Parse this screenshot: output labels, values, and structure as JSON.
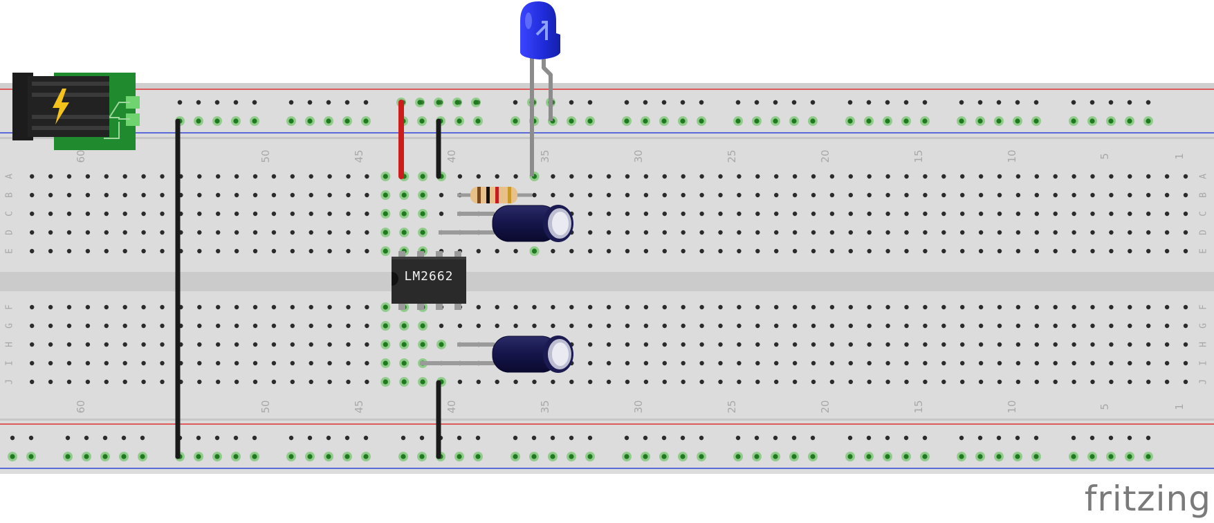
{
  "breadboard": {
    "row_letters_top": [
      "A",
      "B",
      "C",
      "D",
      "E"
    ],
    "row_letters_bottom": [
      "F",
      "G",
      "H",
      "I",
      "J"
    ],
    "column_numbers": [
      "60",
      "50",
      "45",
      "40",
      "35",
      "30",
      "25",
      "20",
      "15",
      "10",
      "5",
      "1"
    ],
    "colors": {
      "board": "#dcdcdc",
      "rail_positive": "#e03030",
      "rail_negative": "#3044d8",
      "hole": "#2b2b2b",
      "hole_active": "#55c04a"
    }
  },
  "components": {
    "ic": {
      "label": "LM2662",
      "icon": "dip8-chip"
    },
    "power_jack": {
      "icon": "lightning-bolt-icon"
    },
    "led": {
      "color": "#2233dd",
      "icon": "led-icon"
    },
    "resistor": {
      "icon": "resistor-icon"
    },
    "capacitors": [
      {
        "icon": "capacitor-icon"
      },
      {
        "icon": "capacitor-icon"
      }
    ],
    "wires": [
      {
        "color": "#cc1c1c"
      },
      {
        "color": "#1a1a1a"
      }
    ]
  },
  "branding": {
    "logo_text": "fritzing"
  }
}
